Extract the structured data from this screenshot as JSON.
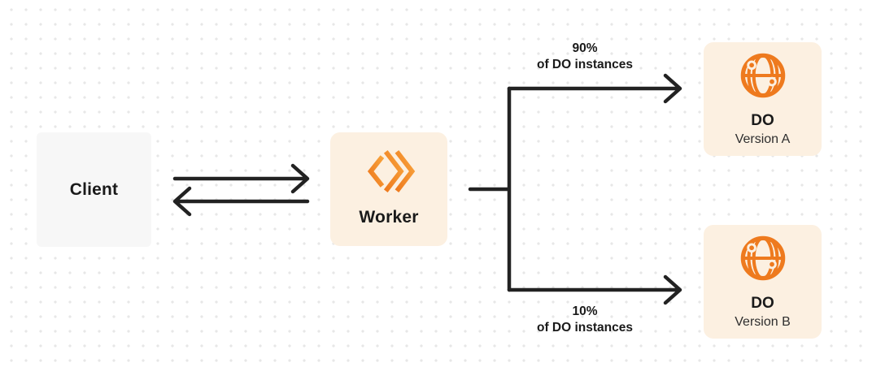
{
  "nodes": {
    "client": {
      "label": "Client"
    },
    "worker": {
      "label": "Worker",
      "icon": "workers-logo-icon"
    },
    "do_version_a": {
      "title": "DO",
      "subtitle": "Version A",
      "icon": "globe-icon"
    },
    "do_version_b": {
      "title": "DO",
      "subtitle": "Version B",
      "icon": "globe-icon"
    }
  },
  "edges": {
    "top_branch": {
      "percent": "90%",
      "caption": "of DO instances"
    },
    "bottom_branch": {
      "percent": "10%",
      "caption": "of DO instances"
    }
  },
  "colors": {
    "orange": "#ee7a1e",
    "orange_light": "#f8a33c",
    "cream": "#fcf0e1",
    "gray_box": "#f7f7f7",
    "line": "#222222",
    "text": "#1a1a1a",
    "subtext": "#2e2e2e",
    "dot": "#e7e7e7"
  }
}
